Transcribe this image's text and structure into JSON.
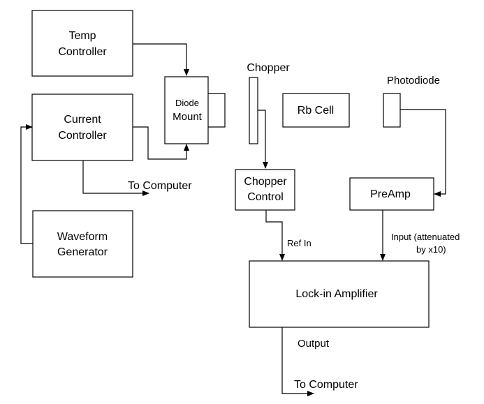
{
  "diagram": {
    "blocks": {
      "temp_controller": {
        "line1": "Temp",
        "line2": "Controller"
      },
      "current_controller": {
        "line1": "Current",
        "line2": "Controller"
      },
      "waveform_generator": {
        "line1": "Waveform",
        "line2": "Generator"
      },
      "diode_mount": {
        "line1": "Diode",
        "line2": "Mount"
      },
      "rb_cell": {
        "label": "Rb Cell"
      },
      "chopper_control": {
        "line1": "Chopper",
        "line2": "Control"
      },
      "preamp": {
        "label": "PreAmp"
      },
      "lockin": {
        "label": "Lock-in Amplifier"
      }
    },
    "labels": {
      "chopper": "Chopper",
      "photodiode": "Photodiode",
      "to_computer_current": "To Computer",
      "ref_in": "Ref In",
      "input_line1": "Input (attenuated",
      "input_line2": "by x10)",
      "output": "Output",
      "to_computer_lockin": "To Computer"
    }
  }
}
